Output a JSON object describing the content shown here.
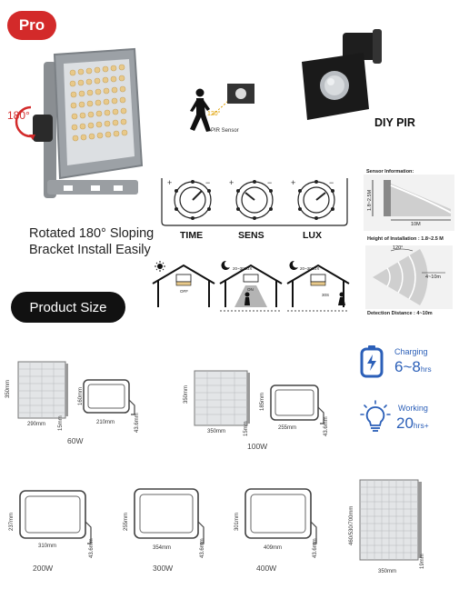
{
  "badge": "Pro",
  "rotation_label": "180°",
  "bracket_text": "Rotated 180° Sloping Bracket Install Easily",
  "product_size_button": "Product Size",
  "diy_pir": "DIY PIR",
  "pir_sensor_label": "PIR Sensor",
  "pir_angle": "120°",
  "knobs": [
    {
      "label": "TIME",
      "plus": "+",
      "minus": "−"
    },
    {
      "label": "SENS",
      "plus": "+",
      "minus": "−"
    },
    {
      "label": "LUX",
      "plus": "+",
      "minus": "−"
    }
  ],
  "sensor_info": {
    "title": "Sensor Information:",
    "height_axis": "1.8~2.5M",
    "distance_axis": "10M",
    "height_caption": "Height of Installation : 1.8~2.5 M",
    "angle": "120°",
    "range": "4~10m",
    "detection_caption": "Detection Distance : 4~10m"
  },
  "scene_labels": {
    "lux_a": "20~30LUX",
    "lux_b": "20~30LUX",
    "off": "OFF",
    "on": "ON",
    "mode": "30S"
  },
  "charging": {
    "label": "Charging",
    "value": "6~8",
    "unit": "hrs"
  },
  "working": {
    "label": "Working",
    "value": "20",
    "unit": "hrs+"
  },
  "sizes": {
    "w60": {
      "label": "60W",
      "panel_h": "350mm",
      "panel_w": "290mm",
      "panel_d": "15mm",
      "lamp_h": "160mm",
      "lamp_w": "210mm",
      "lamp_d": "43.6mm"
    },
    "w100": {
      "label": "100W",
      "panel_h": "350mm",
      "panel_w": "350mm",
      "panel_d": "15mm",
      "lamp_h": "185mm",
      "lamp_w": "255mm",
      "lamp_d": "43.6mm"
    },
    "w200": {
      "label": "200W",
      "h": "237mm",
      "w": "310mm",
      "d": "43.6mm"
    },
    "w300": {
      "label": "300W",
      "h": "255mm",
      "w": "354mm",
      "d": "43.6mm"
    },
    "w400": {
      "label": "400W",
      "h": "301mm",
      "w": "409mm",
      "d": "43.6mm"
    },
    "panel_big": {
      "h": "460/530/700mm",
      "w": "350mm",
      "d": "19mm"
    }
  },
  "colors": {
    "accent_red": "#d32a2a",
    "accent_blue": "#2b5fb8",
    "dark": "#111111"
  }
}
